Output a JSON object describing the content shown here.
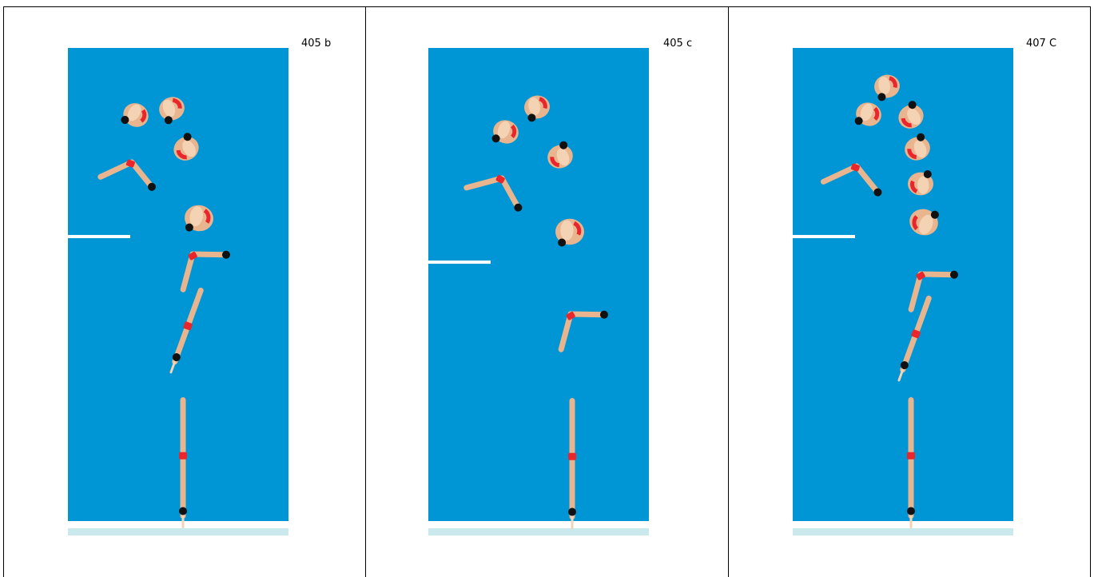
{
  "panels": [
    {
      "dive_code": "405 b"
    },
    {
      "dive_code": "405 c"
    },
    {
      "dive_code": "407 C"
    }
  ],
  "colors": {
    "pool": "#0095d5",
    "floor": "#c9e9ec",
    "board": "#ffffff",
    "skin": "#e8b58f",
    "skin_light": "#f4d3b5",
    "hair": "#111111",
    "suit": "#e8262b"
  }
}
